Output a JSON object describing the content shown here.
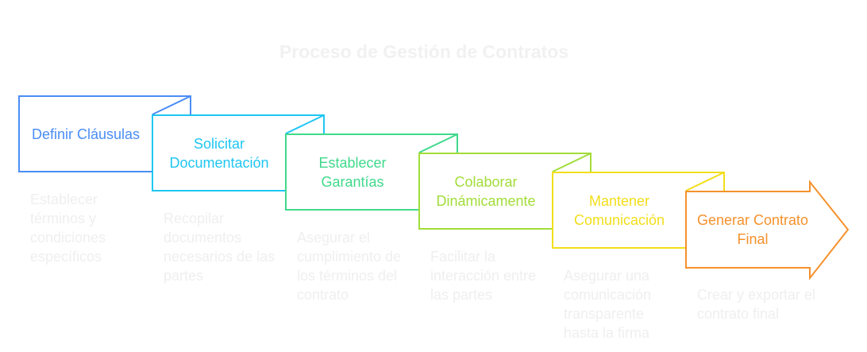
{
  "title": "Proceso de Gestión de Contratos",
  "steps": [
    {
      "label": "Definir Cláusulas",
      "description": "Establecer términos y condiciones específicos",
      "color": "#4a8df5"
    },
    {
      "label": "Solicitar Documentación",
      "description": "Recopilar documentos necesarios de las partes",
      "color": "#1fc6f3"
    },
    {
      "label": "Establecer Garantías",
      "description": "Asegurar el cumplimiento de los términos del contrato",
      "color": "#3fd98b"
    },
    {
      "label": "Colaborar Dinámicamente",
      "description": "Facilitar la interacción entre las partes",
      "color": "#a2dd3a"
    },
    {
      "label": "Mantener Comunicación",
      "description": "Asegurar una comunicación transparente hasta la firma",
      "color": "#f2de1a"
    },
    {
      "label": "Generar Contrato Final",
      "description": "Crear y exportar el contrato final",
      "color": "#f5912c"
    }
  ]
}
